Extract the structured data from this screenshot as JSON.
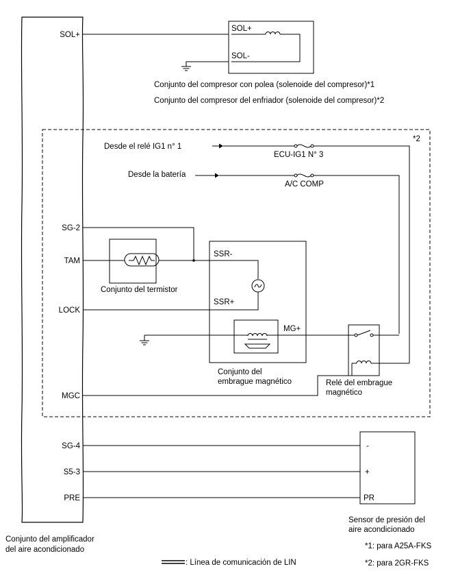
{
  "amplifier": {
    "label_line1": "Conjunto del amplificador",
    "label_line2": "del aire acondicionado",
    "pins": {
      "sol_plus": "SOL+",
      "sg2": "SG-2",
      "tam": "TAM",
      "lock": "LOCK",
      "mgc": "MGC",
      "sg4": "SG-4",
      "s53": "S5-3",
      "pre": "PRE"
    }
  },
  "compressor_box": {
    "sol_plus": "SOL+",
    "sol_minus": "SOL-",
    "caption1": "Conjunto del compresor con polea (solenoide del compresor)*1",
    "caption2": "Conjunto del compresor del enfriador (solenoide del compresor)*2"
  },
  "variant_region": {
    "tag": "*2"
  },
  "supplies": {
    "ig1_label": "Desde el relé IG1 n° 1",
    "ig1_fuse": "ECU-IG1 N° 3",
    "battery_label": "Desde la batería",
    "battery_fuse": "A/C COMP"
  },
  "thermistor": {
    "label": "Conjunto del termistor"
  },
  "clutch": {
    "ssr_minus": "SSR-",
    "ssr_plus": "SSR+",
    "mg_plus": "MG+",
    "label_line1": "Conjunto del",
    "label_line2": "embrague magnético"
  },
  "relay": {
    "label_line1": "Relé del embrague",
    "label_line2": "magnético"
  },
  "pressure_sensor": {
    "minus": "-",
    "plus": "+",
    "pr": "PR",
    "label_line1": "Sensor de presión del",
    "label_line2": "aire acondicionado"
  },
  "notes": {
    "note1": "*1: para A25A-FKS",
    "note2": "*2: para 2GR-FKS"
  },
  "legend": {
    "lin_label": ": Línea de comunicación de LIN"
  }
}
